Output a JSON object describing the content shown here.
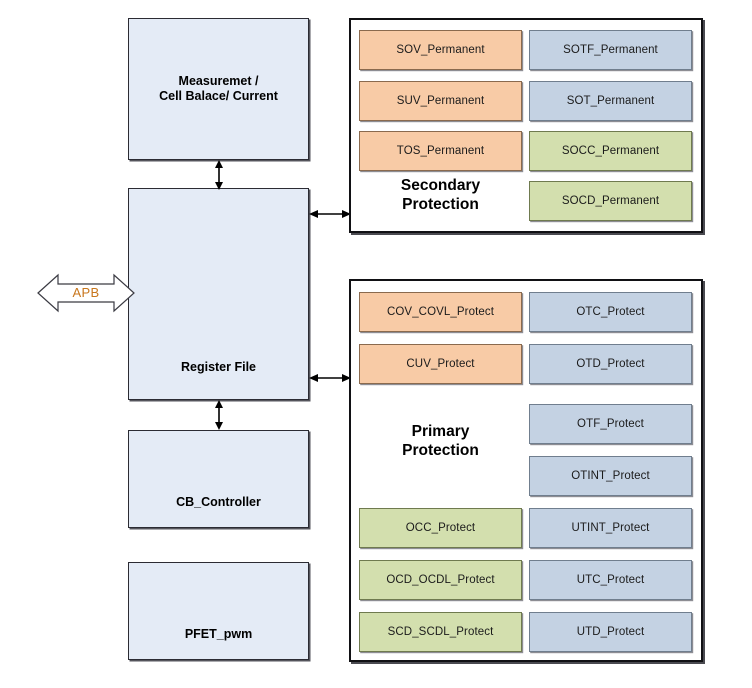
{
  "diagram": {
    "title": "Battery management IC register/protection block diagram",
    "colors": {
      "block_fill": "#e4ebf6",
      "block_border": "#2b2b33",
      "orange_fill": "#f8cba6",
      "green_fill": "#d3dfae",
      "blue_fill": "#c4d2e3",
      "frame_border": "#111114",
      "apb_text": "#c8761c",
      "background": "#ffffff"
    },
    "left_blocks": [
      {
        "id": "measurement",
        "label": "Measuremet /\nCell Balace/ Current"
      },
      {
        "id": "register-file",
        "label": "Register File"
      },
      {
        "id": "cb-controller",
        "label": "CB_Controller"
      },
      {
        "id": "pfet-pwm",
        "label": "PFET_pwm"
      }
    ],
    "bus": {
      "label": "APB",
      "icon": "double-headed-block-arrow"
    },
    "connectors": [
      {
        "id": "measurement-to-register",
        "orientation": "vertical",
        "icon": "double-headed-arrow"
      },
      {
        "id": "register-to-cb-controller",
        "orientation": "vertical",
        "icon": "double-headed-arrow"
      },
      {
        "id": "register-to-secondary-protection",
        "orientation": "horizontal",
        "icon": "double-headed-arrow"
      },
      {
        "id": "register-to-primary-protection",
        "orientation": "horizontal",
        "icon": "double-headed-arrow"
      }
    ],
    "secondary_protection": {
      "title": "Secondary\nProtection",
      "left_column": [
        {
          "label": "SOV_Permanent",
          "color": "orange"
        },
        {
          "label": "SUV_Permanent",
          "color": "orange"
        },
        {
          "label": "TOS_Permanent",
          "color": "orange"
        }
      ],
      "right_column": [
        {
          "label": "SOTF_Permanent",
          "color": "blue"
        },
        {
          "label": "SOT_Permanent",
          "color": "blue"
        },
        {
          "label": "SOCC_Permanent",
          "color": "green"
        },
        {
          "label": "SOCD_Permanent",
          "color": "green"
        }
      ]
    },
    "primary_protection": {
      "title": "Primary\nProtection",
      "left_column": [
        {
          "label": "COV_COVL_Protect",
          "color": "orange"
        },
        {
          "label": "CUV_Protect",
          "color": "orange"
        },
        {
          "label": "OCC_Protect",
          "color": "green"
        },
        {
          "label": "OCD_OCDL_Protect",
          "color": "green"
        },
        {
          "label": "SCD_SCDL_Protect",
          "color": "green"
        }
      ],
      "right_column": [
        {
          "label": "OTC_Protect",
          "color": "blue"
        },
        {
          "label": "OTD_Protect",
          "color": "blue"
        },
        {
          "label": "OTF_Protect",
          "color": "blue"
        },
        {
          "label": "OTINT_Protect",
          "color": "blue"
        },
        {
          "label": "UTINT_Protect",
          "color": "blue"
        },
        {
          "label": "UTC_Protect",
          "color": "blue"
        },
        {
          "label": "UTD_Protect",
          "color": "blue"
        }
      ]
    }
  }
}
